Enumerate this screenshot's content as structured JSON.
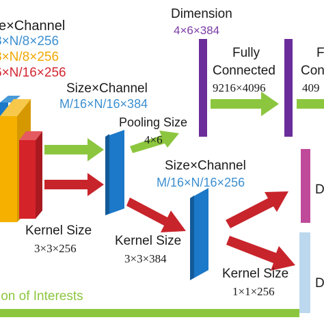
{
  "colors": {
    "blue_text": "#3c8fd0",
    "orange_text": "#f0a800",
    "red_text": "#d22630",
    "purple_text": "#7b3ba6",
    "green": "#8cc63f",
    "red_arrow": "#c8242b",
    "blue_block": "#1c78c8",
    "purple_block": "#6b2d9a",
    "pink_block": "#c04a9a",
    "lightblue_block": "#bcd8ee",
    "orange_block": "#f5b000",
    "red_block": "#d5232a"
  },
  "labels": {
    "size_channel_1": "e×Channel",
    "dims_blue_1": "8×N/8×256",
    "dims_orange_1": "8×N/8×256",
    "dims_red_1": "6×N/16×256",
    "size_channel_2": "Size×Channel",
    "dims_blue_2": "M/16×N/16×384",
    "pooling_size": "Pooling Size",
    "pooling_value": "4×6",
    "dimension_label": "Dimension",
    "dimension_value": "4×6×384",
    "fully_label_1": "Fully",
    "connected_label_1": "Connected",
    "fc_value_1": "9216×4096",
    "fully_label_2": "F",
    "connected_label_2": "Con",
    "fc_value_2": "409",
    "size_channel_3": "Size×Channel",
    "dims_blue_3": "M/16×N/16×256",
    "kernel_size_1": "Kernel Size",
    "kernel_value_1": "3×3×256",
    "kernel_size_2": "Kernel Size",
    "kernel_value_2": "3×3×384",
    "kernel_size_3": "Kernel Size",
    "kernel_value_3": "1×1×256",
    "right_d_1": "D",
    "right_d_2": "D",
    "region_label": "ion of Interests"
  }
}
